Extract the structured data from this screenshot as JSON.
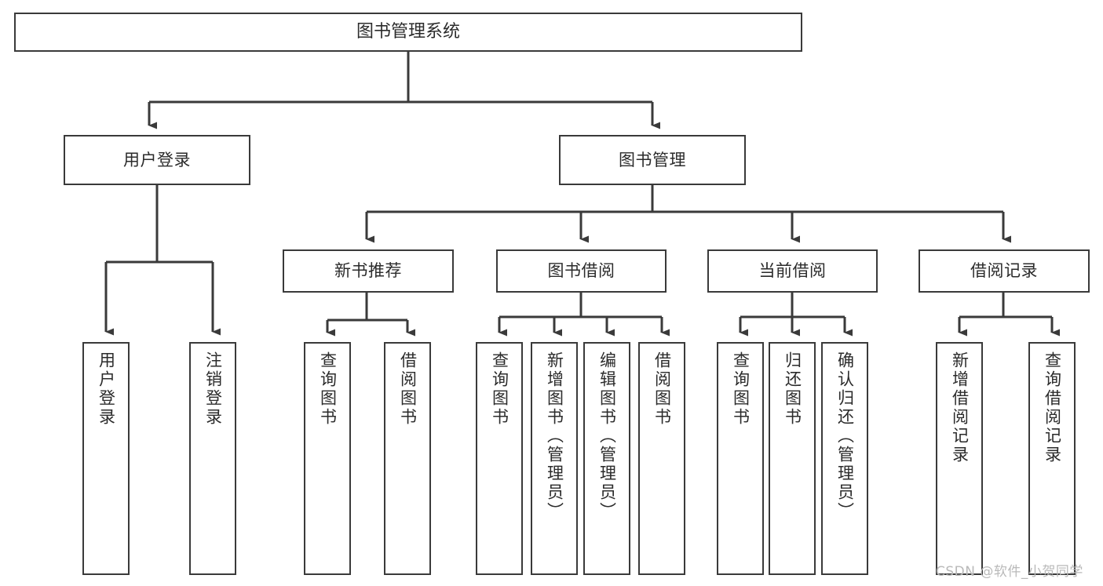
{
  "diagram": {
    "title": "图书管理系统",
    "type": "tree-hierarchy-diagram",
    "colors": {
      "stroke": "#3a3a3a",
      "text": "#2b2b2b",
      "background": "#ffffff",
      "watermark": "#b9b9b9"
    },
    "root": {
      "label": "图书管理系统"
    },
    "level2": [
      {
        "label": "用户登录"
      },
      {
        "label": "图书管理"
      }
    ],
    "level3": [
      {
        "label": "新书推荐"
      },
      {
        "label": "图书借阅"
      },
      {
        "label": "当前借阅"
      },
      {
        "label": "借阅记录"
      }
    ],
    "leaves": {
      "user_login": [
        {
          "label": "用户登录"
        },
        {
          "label": "注销登录"
        }
      ],
      "new_book_recommend": [
        {
          "label": "查询图书"
        },
        {
          "label": "借阅图书"
        }
      ],
      "book_borrow": [
        {
          "label": "查询图书"
        },
        {
          "label": "新增图书（管理员）"
        },
        {
          "label": "编辑图书（管理员）"
        },
        {
          "label": "借阅图书"
        }
      ],
      "current_borrow": [
        {
          "label": "查询图书"
        },
        {
          "label": "归还图书"
        },
        {
          "label": "确认归还（管理员）"
        }
      ],
      "borrow_record": [
        {
          "label": "新增借阅记录"
        },
        {
          "label": "查询借阅记录"
        }
      ]
    },
    "watermark": "CSDN @软件_小贺同学"
  }
}
